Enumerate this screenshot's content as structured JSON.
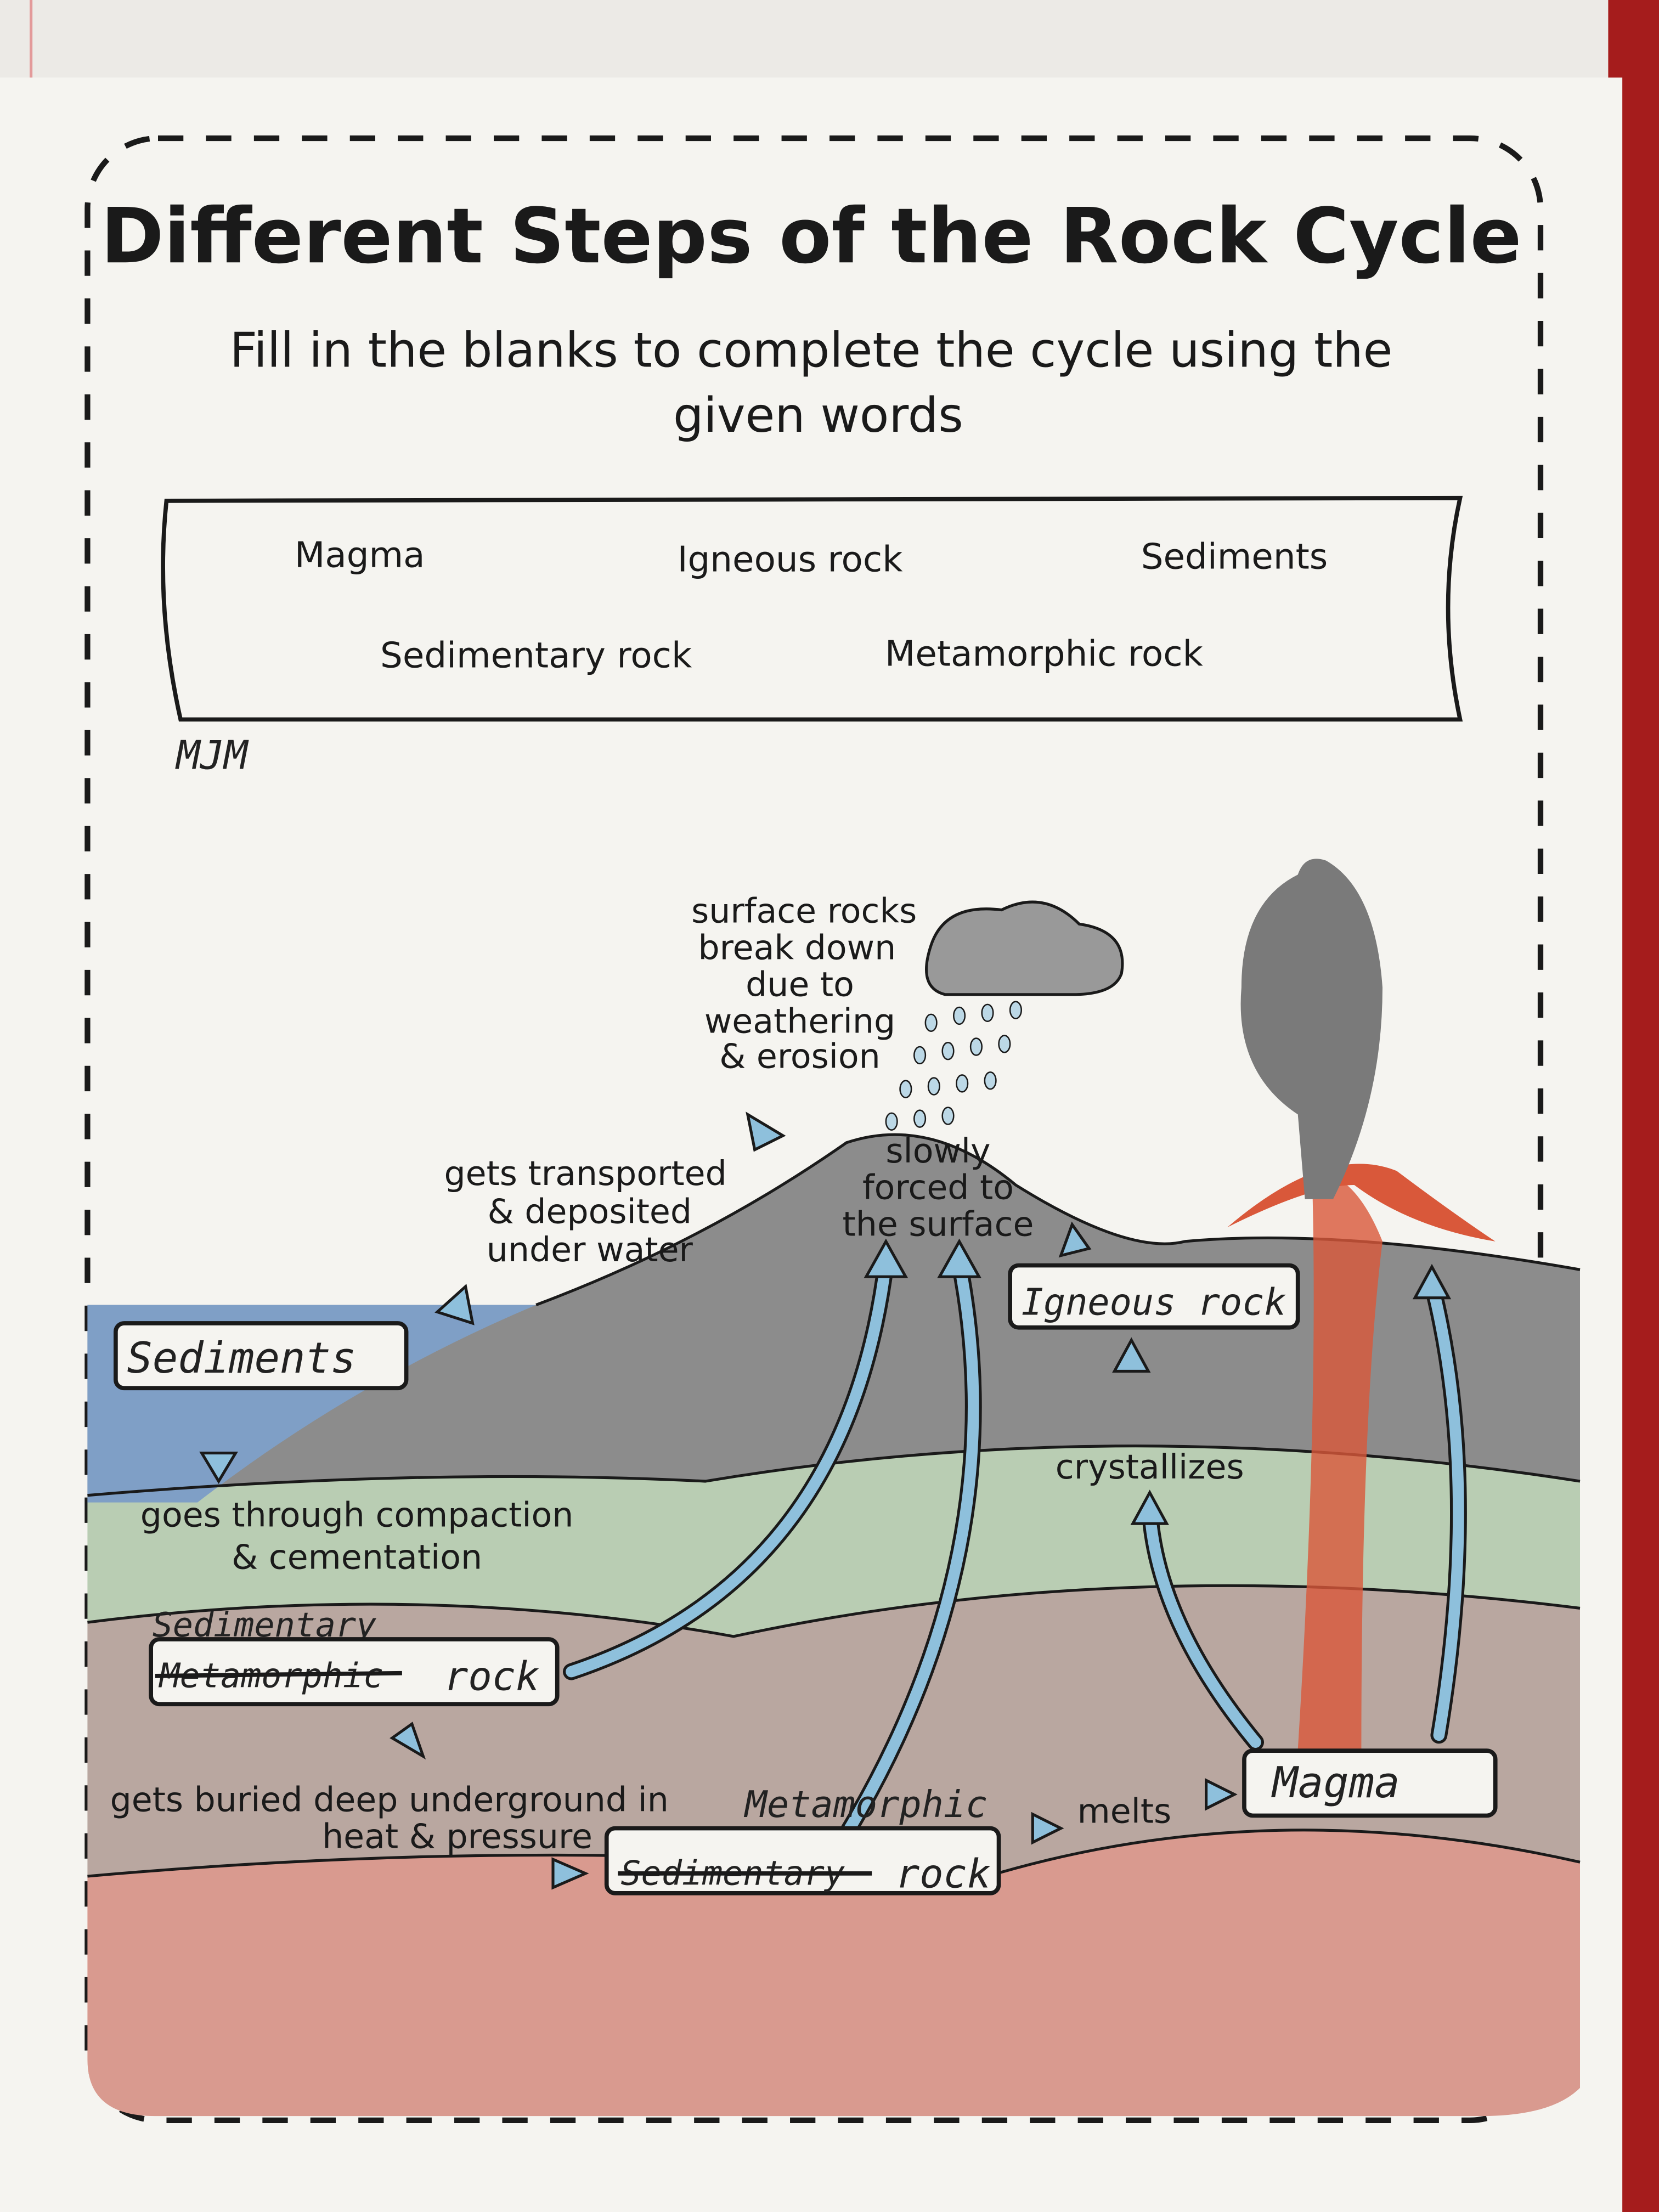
{
  "worksheet": {
    "title": "Different Steps of the Rock Cycle",
    "instructions_line1": "Fill in the blanks to complete the cycle using the",
    "instructions_line2": "given words",
    "word_bank": [
      "Magma",
      "Igneous rock",
      "Sediments",
      "Sedimentary rock",
      "Metamorphic rock"
    ],
    "initials": "MJM"
  },
  "diagram": {
    "labels": {
      "weathering": [
        "surface rocks",
        "break down",
        "due to",
        "weathering",
        "& erosion"
      ],
      "transport": [
        "gets transported",
        "& deposited",
        "under water"
      ],
      "compaction": [
        "goes through compaction",
        "& cementation"
      ],
      "buried": [
        "gets buried deep underground in",
        "heat & pressure"
      ],
      "uplift": [
        "slowly",
        "forced to",
        "the surface"
      ],
      "crystallizes": "crystallizes",
      "melts": "melts"
    },
    "answers": {
      "sediments": "Sediments",
      "sedimentary_written": "Sedimentary",
      "sedimentary_crossed": "Metamorphic",
      "sedimentary_rock": "rock",
      "metamorphic_written": "Metamorphic",
      "metamorphic_crossed": "Sedimentary",
      "metamorphic_rock": "rock",
      "igneous": "Igneous rock",
      "magma": "Magma"
    }
  },
  "colors": {
    "paper": "#f4f3ef",
    "water": "#7f9fc6",
    "mountain": "#8c8c8c",
    "green_layer": "#b9cdb3",
    "brown_layer": "#b9a7a0",
    "magma_layer": "#d99a8f",
    "arrow": "#8ec0dc",
    "lava": "#d9583a"
  }
}
